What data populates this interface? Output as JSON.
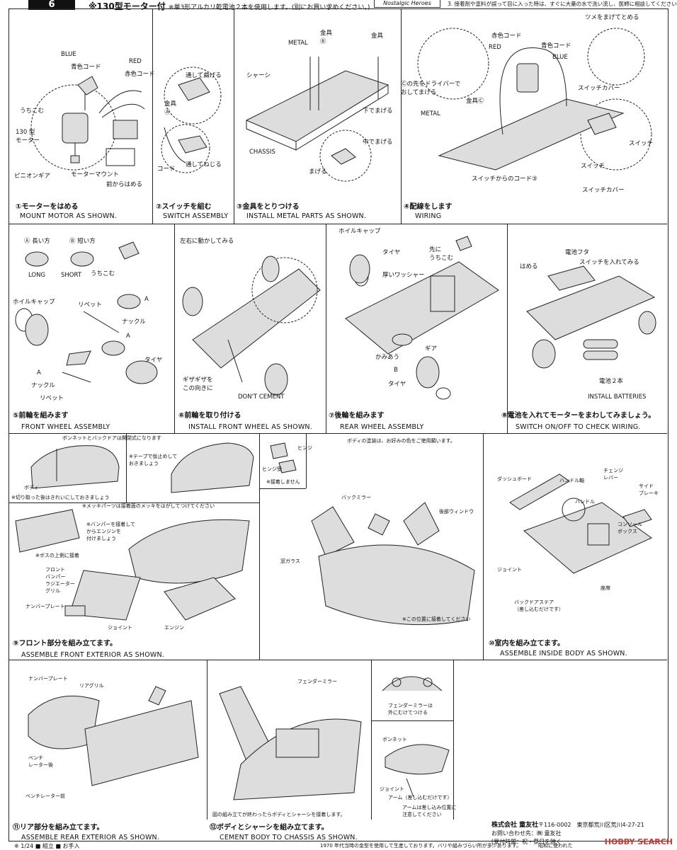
{
  "header": {
    "step_number": "6",
    "title": "※130型モーター付",
    "note": "※単3形アルカリ乾電池２本を使用します。(別にお買い求めください。)",
    "series_logo": "Nostalgic Heroes",
    "instruction_note": "3. 接着剤や塗料が誤って目に入った時は、すぐに大量の水で洗い流し、医師に相談してください。"
  },
  "steps": [
    {
      "jp": "①モーターをはめる",
      "en": "MOUNT MOTOR AS SHOWN."
    },
    {
      "jp": "②スイッチを組む",
      "en": "SWITCH ASSEMBLY"
    },
    {
      "jp": "③金具をとりつける",
      "en": "INSTALL METAL PARTS AS SHOWN."
    },
    {
      "jp": "④配線をします",
      "en": "WIRING"
    },
    {
      "jp": "⑤前輪を組みます",
      "en": "FRONT WHEEL ASSEMBLY"
    },
    {
      "jp": "⑥前輪を取り付ける",
      "en": "INSTALL FRONT WHEEL AS SHOWN."
    },
    {
      "jp": "⑦後輪を組みます",
      "en": "REAR WHEEL ASSEMBLY"
    },
    {
      "jp": "⑧電池を入れてモーターをまわしてみましょう。",
      "en": "SWITCH ON/OFF TO CHECK WIRING."
    },
    {
      "jp": "⑨フロント部分を組み立てます。",
      "en": "ASSEMBLE FRONT EXTERIOR AS SHOWN."
    },
    {
      "jp": "⑩室内を組み立てます。",
      "en": "ASSEMBLE INSIDE BODY AS SHOWN."
    },
    {
      "jp": "⑪リア部分を組み立てます。",
      "en": "ASSEMBLE REAR EXTERIOR AS SHOWN."
    },
    {
      "jp": "⑫ボディとシャーシを組み立てます。",
      "en": "CEMENT BODY TO CHASSIS AS SHOWN."
    }
  ],
  "labels": {
    "blue": "BLUE",
    "blue_jp": "青色コード",
    "red": "RED",
    "red_jp": "赤色コード",
    "uchikomu": "うちこむ",
    "motor130": "130 型\nモーター",
    "pinion": "ピニオンギア",
    "motor_mount": "モーターマウント",
    "mae_kara": "前からはめる",
    "toshite_mageru": "通して曲げる",
    "kanagu_a": "金具\nⒶ",
    "cord": "コード",
    "toshite_nejiru": "通してねじる",
    "metal": "METAL",
    "kanagu_b": "金具\nⒷ",
    "kanagu": "金具",
    "chassis_jp": "シャーシ",
    "chassis": "CHASSIS",
    "shita_de_mageru": "下でまげる",
    "naka_de_mageru": "中でまげる",
    "mageru": "まげる",
    "tsume": "ツメをまげてとめる",
    "red_jp2": "赤色コード",
    "red2": "RED",
    "blue_jp2": "青色コード",
    "blue2": "BLUE",
    "c_driver": "Ⓒの先をドライバーで\nおしてまげる",
    "switch_cover": "スイッチカバー",
    "kanagu_c": "金具Ⓒ",
    "metal2": "METAL",
    "switch": "スイッチ",
    "switch_cord": "スイッチからのコード③",
    "switch2": "スイッチ",
    "switch_cover2": "スイッチカバー",
    "a_long": "Ⓐ 長い方",
    "b_short": "Ⓑ 短い方",
    "long": "LONG",
    "short": "SHORT",
    "uchikomu2": "うちこむ",
    "hoil_cap": "ホイルキャップ",
    "rivet": "リベット",
    "knuckle": "ナックル",
    "a1": "A",
    "a2": "A",
    "a3": "A",
    "tire": "タイヤ",
    "knuckle2": "ナックル",
    "rivet2": "リベット",
    "sayuu": "左右に動かしてみる",
    "gizagiza": "ギザギザを\nこの向きに",
    "dont_cement": "DON'T CEMENT",
    "hoil_cap2": "ホイルキャップ",
    "tire2": "タイヤ",
    "washer": "厚いワッシャー",
    "saki_ni": "先に\nうちこむ",
    "gear": "ギア",
    "kamiau": "かみあう",
    "b_lbl": "B",
    "tire3": "タイヤ",
    "hameru": "はめる",
    "battery_lid": "電池フタ",
    "switch_on": "スイッチを入れてみる",
    "battery2": "電池２本",
    "install_batteries": "INSTALL BATTERIES",
    "bonnet_note": "ボンネットとバックドアは開閉式になります",
    "tape_note": "※テープで仮止めして\nおきましょう",
    "body": "ボディ",
    "cut_note": "※切り取った後はきれいにしておきましょう",
    "body_paint": "ボディの塗装は、お好みの色をご使用願います。",
    "hinge": "ヒンジ",
    "hinge_recv": "ヒンジ受",
    "no_glue": "※接着しません",
    "plating_note": "※メッキパーツは接着面のメッキをはがしてつけてください",
    "bumper_note": "※バンパーを接着して\nからエンジンを\n付けましょう",
    "boss_note": "※ボスの上側に接着",
    "front_bumper": "フロント\nバンパー",
    "radiator": "ラジエーター\nグリル",
    "number_plate": "ナンバープレート",
    "joint": "ジョイント",
    "engine": "エンジン",
    "back_mirror": "バックミラー",
    "rear_window": "後部ウィンドウ",
    "window_glass": "窓ガラス",
    "glue_here": "※この位置に接着してください",
    "dashboard": "ダッシュボード",
    "handle_shaft": "ハンドル軸",
    "change_lever": "チェンジ\nレバー",
    "side_brake": "サイド\nブレーキ",
    "handle": "ハンドル",
    "console": "コンソール\nボックス",
    "joint2": "ジョイント",
    "seat": "座席",
    "back_door_stay": "バックドアステア\n（差し込むだけです）",
    "number_plate2": "ナンバープレート",
    "rear_grill": "リアグリル",
    "ventilator": "ベンチ\nレーター後",
    "ventilator_front": "ベンチレーター前",
    "fender_mirror": "フェンダーミラー",
    "fender_mirror_note": "フェンダーミラーは\n外にむけてつける",
    "bonnet": "ボンネット",
    "joint3": "ジョイント",
    "arm": "アーム（差し込むだけです）",
    "arm_note": "アームは差し込み位置に\n注意してください",
    "body_chassis_note": "図の組み立てが終わったらボディとシャーシを接着します。"
  },
  "footer": {
    "company": "株式会社 童友社",
    "postal": "〒116-0002　東京都荒川区荒川4-27-21",
    "contact": "お問い合わせ先：㈱ 童友社",
    "hours": "[受付時間：祝・祭日を除く",
    "bottom_left": "※ 1/24 ■ 組立 ■ お手入",
    "bottom_note": "1970 年代当時の金型を使用して生産しております。バリや組みづらい所が多少あります。",
    "bottom_note2": "昭和に使われた",
    "watermark": "HOBBY SEARCH"
  }
}
